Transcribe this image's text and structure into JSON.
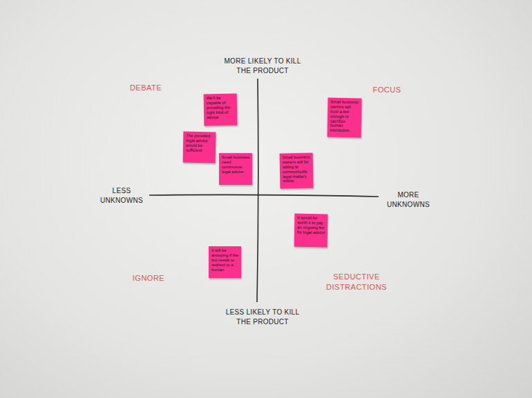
{
  "diagram": {
    "nodes": [
      {
        "text": [
          "We'll be capable of providing the right kind of advice"
        ]
      },
      {
        "text": [
          "The provided legal advice would be sufficient"
        ]
      },
      {
        "text": [
          "Small business need continuous legal advice"
        ]
      },
      {
        "text": [
          "Small business owners will trust a bot enough to sacrifice human interaction"
        ]
      },
      {
        "text": [
          "Small business owners will be willing to communicate legal matters online"
        ]
      },
      {
        "text": [
          "It would be worth it to pay an ongoing fee for legal advice"
        ]
      },
      {
        "text": [
          "It will be annoying if the bot needs to redirect to a human"
        ]
      }
    ],
    "labels": [
      "MORE LIKELY TO KILL THE PRODUCT",
      "DEBATE",
      "FOCUS",
      "LESS UNKNOWNS",
      "MORE UNKNOWNS",
      "IGNORE",
      "SEDUCTIVE DISTRACTIONS",
      "LESS LIKELY TO KILL THE PRODUCT"
    ]
  }
}
